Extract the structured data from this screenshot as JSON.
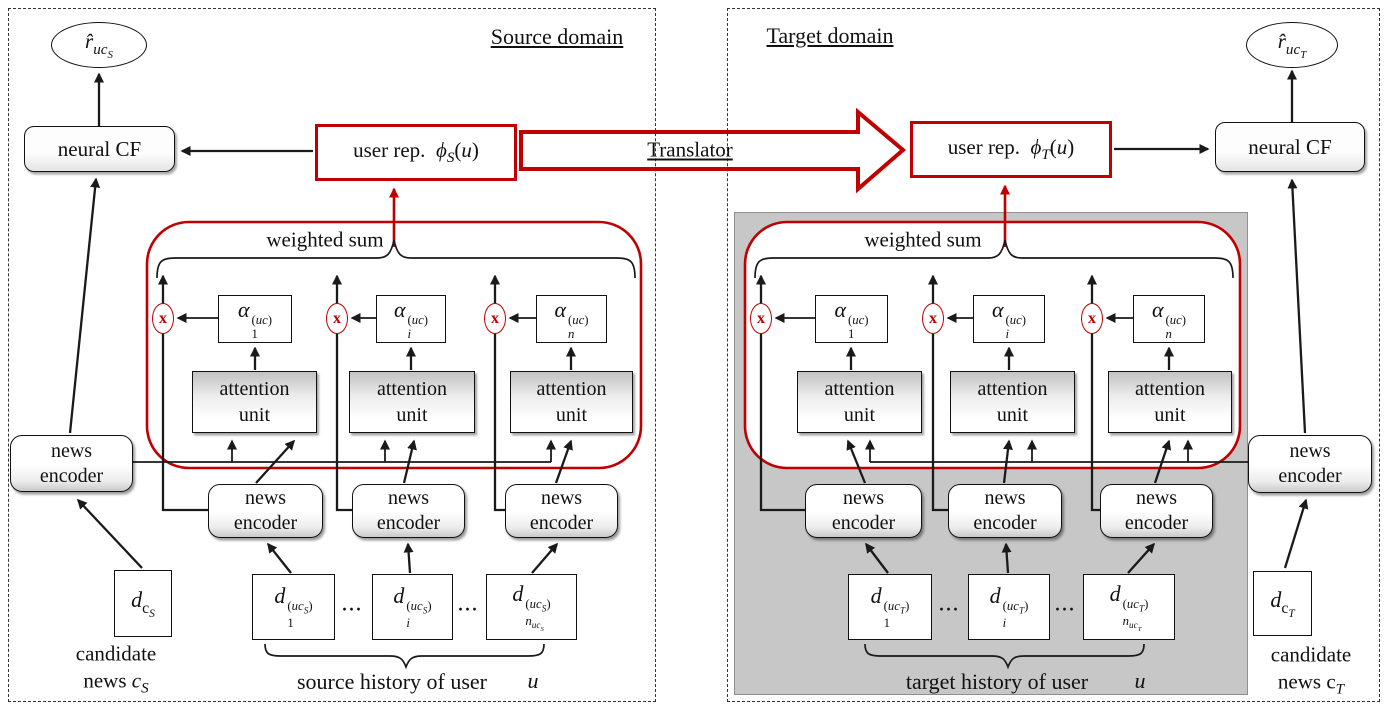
{
  "colors": {
    "red": "#c00000",
    "panel-gray": "#c7c7c7"
  },
  "translator": {
    "label": "Translator"
  },
  "source": {
    "title": "Source domain",
    "output_html": "<i>r̂</i><sub><i>uc</i><sub><i>S</i></sub></sub>",
    "neural_cf": "neural CF",
    "user_rep_html": "user rep.&nbsp;&nbsp;<i>ϕ<sub>S</sub></i>(<i>u</i>)",
    "weighted_sum": "weighted sum",
    "multiply": "x",
    "alpha_html": [
      "<i>α</i><span class='stk'><span>(<i>uc</i>)</span><span>1</span></span>",
      "<i>α</i><span class='stk'><span>(<i>uc</i>)</span><span><i>i</i></span></span>",
      "<i>α</i><span class='stk'><span>(<i>uc</i>)</span><span><i>n</i></span></span>"
    ],
    "attention_unit_html": "attention<br>unit",
    "news_encoder_html": "news<br>encoder",
    "d_html": [
      "<i>d</i><span class='stk'><span>(<i>uc</i><sub><i>S</i></sub>)</span><span>1</span></span>",
      "<i>d</i><span class='stk'><span>(<i>uc</i><sub><i>S</i></sub>)</span><span><i>i</i></span></span>",
      "<i>d</i><span class='stk'><span>(<i>uc</i><sub><i>S</i></sub>)</span><span><i>n</i><sub><i>uc</i><sub><i>S</i></sub></sub></span></span>"
    ],
    "dots": "...",
    "candidate_d_html": "<i>d</i><sub>c<sub><i>S</i></sub></sub>",
    "candidate_news_html": "candidate<br>news <i>c<sub>S</sub></i>",
    "history_label": "source history of user",
    "history_u": "u"
  },
  "target": {
    "title": "Target domain",
    "output_html": "<i>r̂</i><sub><i>uc</i><sub><i>T</i></sub></sub>",
    "neural_cf": "neural CF",
    "user_rep_html": "user rep.&nbsp;&nbsp;<i>ϕ<sub>T</sub></i>(<i>u</i>)",
    "weighted_sum": "weighted sum",
    "multiply": "x",
    "alpha_html": [
      "<i>α</i><span class='stk'><span>(<i>uc</i>)</span><span>1</span></span>",
      "<i>α</i><span class='stk'><span>(<i>uc</i>)</span><span><i>i</i></span></span>",
      "<i>α</i><span class='stk'><span>(<i>uc</i>)</span><span><i>n</i></span></span>"
    ],
    "attention_unit_html": "attention<br>unit",
    "news_encoder_html": "news<br>encoder",
    "d_html": [
      "<i>d</i><span class='stk'><span>(<i>uc</i><sub><i>T</i></sub>)</span><span>1</span></span>",
      "<i>d</i><span class='stk'><span>(<i>uc</i><sub><i>T</i></sub>)</span><span><i>i</i></span></span>",
      "<i>d</i><span class='stk'><span>(<i>uc</i><sub><i>T</i></sub>)</span><span><i>n</i><sub><i>uc</i><sub><i>T</i></sub></sub></span></span>"
    ],
    "dots": "...",
    "candidate_d_html": "<i>d</i><sub>c<sub><i>T</i></sub></sub>",
    "candidate_news_html": "candidate<br>news c<sub><i>T</i></sub>",
    "history_label": "target history of user",
    "history_u": "u"
  }
}
